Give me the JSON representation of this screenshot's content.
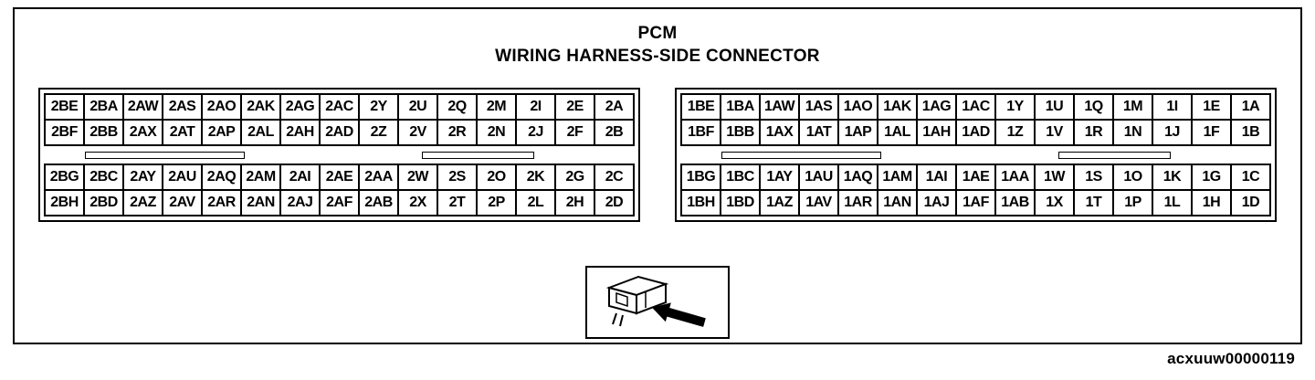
{
  "title": {
    "line1": "PCM",
    "line2": "WIRING HARNESS-SIDE CONNECTOR"
  },
  "connectors": [
    {
      "id": "connector-2",
      "top": [
        [
          "2BE",
          "2BA",
          "2AW",
          "2AS",
          "2AO",
          "2AK",
          "2AG",
          "2AC",
          "2Y",
          "2U",
          "2Q",
          "2M",
          "2I",
          "2E",
          "2A"
        ],
        [
          "2BF",
          "2BB",
          "2AX",
          "2AT",
          "2AP",
          "2AL",
          "2AH",
          "2AD",
          "2Z",
          "2V",
          "2R",
          "2N",
          "2J",
          "2F",
          "2B"
        ]
      ],
      "bottom": [
        [
          "2BG",
          "2BC",
          "2AY",
          "2AU",
          "2AQ",
          "2AM",
          "2AI",
          "2AE",
          "2AA",
          "2W",
          "2S",
          "2O",
          "2K",
          "2G",
          "2C"
        ],
        [
          "2BH",
          "2BD",
          "2AZ",
          "2AV",
          "2AR",
          "2AN",
          "2AJ",
          "2AF",
          "2AB",
          "2X",
          "2T",
          "2P",
          "2L",
          "2H",
          "2D"
        ]
      ]
    },
    {
      "id": "connector-1",
      "top": [
        [
          "1BE",
          "1BA",
          "1AW",
          "1AS",
          "1AO",
          "1AK",
          "1AG",
          "1AC",
          "1Y",
          "1U",
          "1Q",
          "1M",
          "1I",
          "1E",
          "1A"
        ],
        [
          "1BF",
          "1BB",
          "1AX",
          "1AT",
          "1AP",
          "1AL",
          "1AH",
          "1AD",
          "1Z",
          "1V",
          "1R",
          "1N",
          "1J",
          "1F",
          "1B"
        ]
      ],
      "bottom": [
        [
          "1BG",
          "1BC",
          "1AY",
          "1AU",
          "1AQ",
          "1AM",
          "1AI",
          "1AE",
          "1AA",
          "1W",
          "1S",
          "1O",
          "1K",
          "1G",
          "1C"
        ],
        [
          "1BH",
          "1BD",
          "1AZ",
          "1AV",
          "1AR",
          "1AN",
          "1AJ",
          "1AF",
          "1AB",
          "1X",
          "1T",
          "1P",
          "1L",
          "1H",
          "1D"
        ]
      ]
    }
  ],
  "icons": {
    "orientation": "connector-with-arrow-icon"
  },
  "colors": {
    "line": "#000000",
    "background": "#ffffff"
  },
  "figure_code": "acxuuw00000119"
}
